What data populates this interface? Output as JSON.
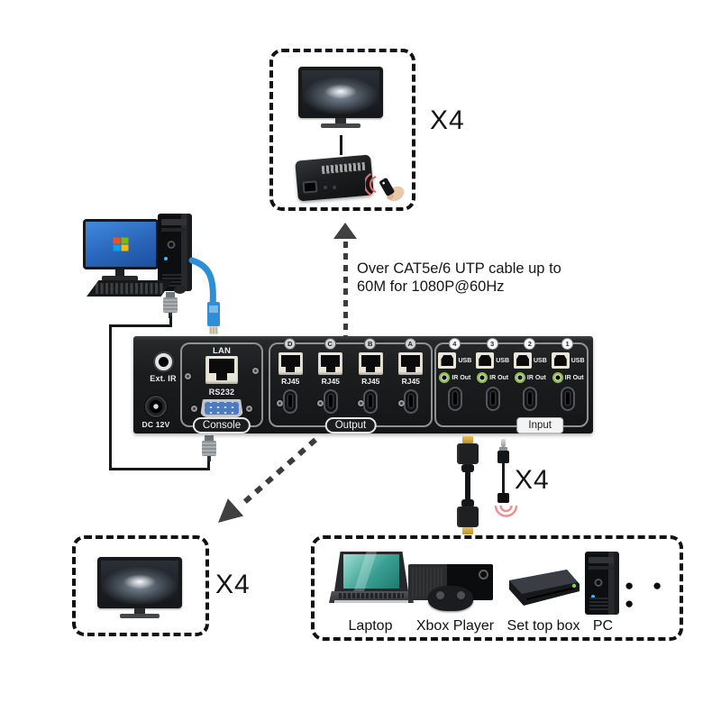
{
  "colors": {
    "dash": "#111111",
    "device_body": "#1b1d1f",
    "ethernet_blue": "#2f8fd6",
    "rs232_blue": "#4d7bc0",
    "ir_green": "#8dc63f",
    "ir_signal_red": "#e06a6a",
    "hdmi_gold": "#c9a227"
  },
  "caption": {
    "line1": "Over CAT5e/6 UTP cable up to",
    "line2": "60M for 1080P@60Hz"
  },
  "receivers_box": {
    "multiplier": "X4"
  },
  "displays_box": {
    "multiplier": "X4"
  },
  "cables": {
    "multiplier": "X4"
  },
  "device": {
    "ext_ir_label": "Ext. IR",
    "dc_label": "DC 12V",
    "console": {
      "lan_label": "LAN",
      "rs232_label": "RS232",
      "group_label": "Console"
    },
    "output": {
      "group_label": "Output",
      "ports": [
        {
          "tag": "D",
          "label": "RJ45"
        },
        {
          "tag": "C",
          "label": "RJ45"
        },
        {
          "tag": "B",
          "label": "RJ45"
        },
        {
          "tag": "A",
          "label": "RJ45"
        }
      ]
    },
    "input": {
      "group_label": "Input",
      "ports": [
        {
          "tag": "4",
          "usb_label": "USB",
          "ir_label": "IR Out"
        },
        {
          "tag": "3",
          "usb_label": "USB",
          "ir_label": "IR Out"
        },
        {
          "tag": "2",
          "usb_label": "USB",
          "ir_label": "IR Out"
        },
        {
          "tag": "1",
          "usb_label": "USB",
          "ir_label": "IR Out"
        }
      ]
    }
  },
  "sources_box": {
    "items": [
      {
        "label": "Laptop"
      },
      {
        "label": "Xbox Player"
      },
      {
        "label": "Set top box"
      },
      {
        "label": "PC"
      }
    ],
    "more": "● ● ●"
  }
}
